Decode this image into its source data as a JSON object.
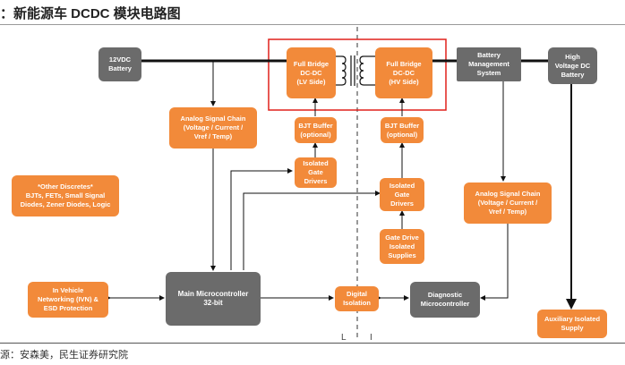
{
  "title": "：新能源车 DCDC 模块电路图",
  "source": "源：安森美，民生证券研究院",
  "colors": {
    "orange": "#f28a3a",
    "grey": "#6b6b6b",
    "highlight": "#e0201b",
    "line": "#111111"
  },
  "blocks": {
    "v12": "12VDC\nBattery",
    "fb_lv": "Full Bridge\nDC-DC\n(LV Side)",
    "fb_hv": "Full Bridge\nDC-DC\n(HV Side)",
    "bms": "Battery\nManagement\nSystem",
    "hv_batt": "High\nVoltage DC\nBattery",
    "asc_left": "Analog Signal Chain\n(Voltage / Current /\nVref / Temp)",
    "bjt_left": "BJT Buffer\n(optional)",
    "bjt_right": "BJT Buffer\n(optional)",
    "igd_left": "Isolated\nGate\nDrivers",
    "igd_right": "Isolated\nGate\nDrivers",
    "other": "*Other Discretes*\nBJTs, FETs, Small Signal\nDiodes, Zener Diodes, Logic",
    "asc_right": "Analog Signal Chain\n(Voltage / Current /\nVref / Temp)",
    "gdis": "Gate Drive\nIsolated\nSupplies",
    "ivn": "In Vehicle\nNetworking (IVN) &\nESD Protection",
    "mcu": "Main Microcontroller\n32-bit",
    "digiso": "Digital\nIsolation",
    "diag": "Diagnostic\nMicrocontroller",
    "aux": "Auxiliary Isolated\nSupply"
  },
  "marks": {
    "left": "L",
    "right": "I"
  }
}
